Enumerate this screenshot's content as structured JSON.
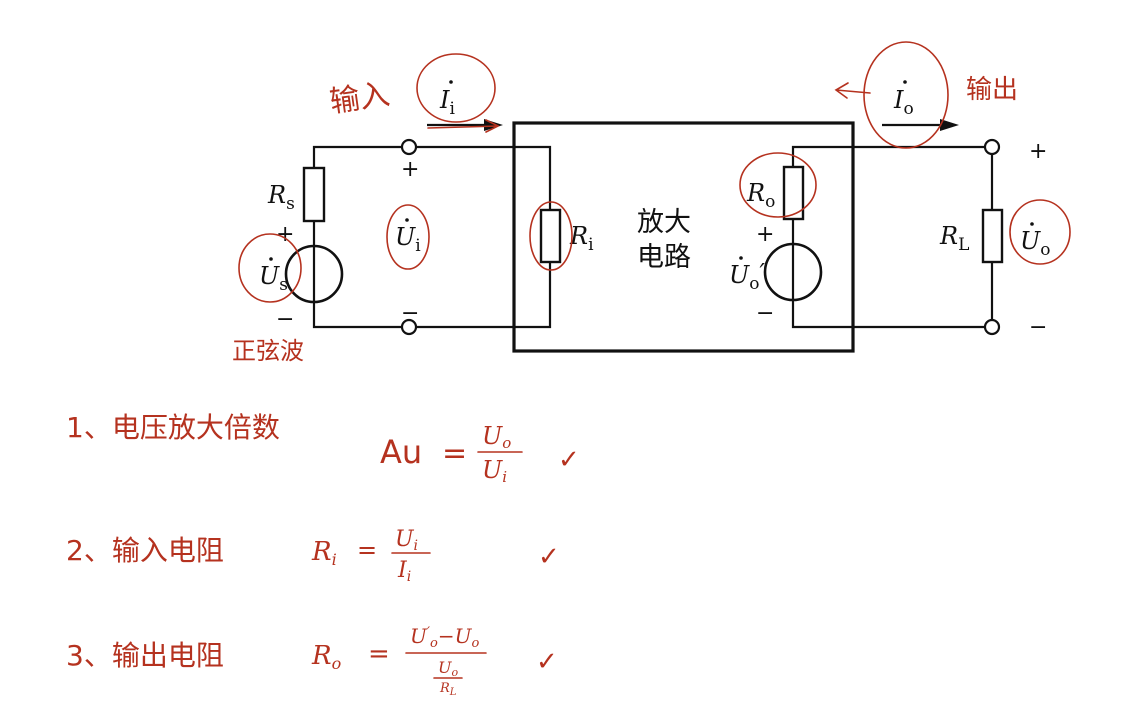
{
  "circuit": {
    "block_label_line1": "放大",
    "block_label_line2": "电路",
    "rs": "R",
    "rs_sub": "s",
    "us": "U",
    "us_sub": "s",
    "ui": "U",
    "ui_sub": "i",
    "ri": "R",
    "ri_sub": "i",
    "ii": "I",
    "ii_sub": "i",
    "ro": "R",
    "ro_sub": "o",
    "uo_src": "U",
    "uo_src_sub": "o",
    "uo_src_prime": "′",
    "io": "I",
    "io_sub": "o",
    "rl": "R",
    "rl_sub": "L",
    "uo": "U",
    "uo_sub": "o",
    "plus": "+",
    "minus": "−"
  },
  "annotations": {
    "input": "输入",
    "output": "输出",
    "sine_wave": "正弦波"
  },
  "notes": [
    {
      "label": "1、电压放大倍数",
      "lhs": "Au",
      "eq": "=",
      "num": "U",
      "num_sub": "o",
      "den": "U",
      "den_sub": "i",
      "check": "✓"
    },
    {
      "label": "2、输入电阻",
      "lhs": "R",
      "lhs_sub": "i",
      "eq": "=",
      "num": "U",
      "num_sub": "i",
      "den": "I",
      "den_sub": "i",
      "check": "✓"
    },
    {
      "label": "3、输出电阻",
      "lhs": "R",
      "lhs_sub": "o",
      "eq": "=",
      "num": "U",
      "num_prime": "′",
      "num_sub": "o",
      "num_minus": "−",
      "num2": "U",
      "num2_sub": "o",
      "den": "U",
      "den_sub": "o",
      "den_den": "R",
      "den_den_sub": "L",
      "check": "✓"
    }
  ]
}
